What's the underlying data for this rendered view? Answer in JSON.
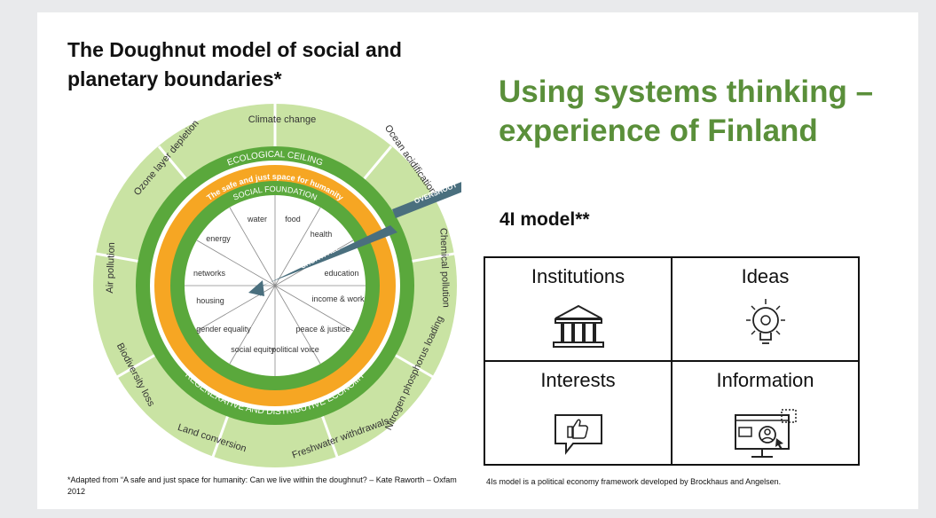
{
  "left_title": "The Doughnut model of social and planetary boundaries*",
  "right_title": "Using systems thinking – experience of Finland",
  "model_title": "4I model**",
  "model_cells": [
    {
      "label": "Institutions",
      "icon": "institution-icon"
    },
    {
      "label": "Ideas",
      "icon": "lightbulb-icon"
    },
    {
      "label": "Interests",
      "icon": "thumbs-up-icon"
    },
    {
      "label": "Information",
      "icon": "monitor-icon"
    }
  ],
  "doughnut": {
    "outer_boundaries": [
      "Climate change",
      "Ocean acidification",
      "Chemical pollution",
      "Nitrogen phosphorus loading",
      "Freshwater withdrawals",
      "Land conversion",
      "Biodiversity loss",
      "Air pollution",
      "Ozone layer depletion"
    ],
    "ecological_ceiling": "ECOLOGICAL CEILING",
    "safe_space": "The safe and just space for humanity",
    "social_foundation": "SOCIAL FOUNDATION",
    "regenerative": "REGENERATIVE AND DISTRIBUTIVE ECONOMY",
    "overshoot": "OVERSHOOT",
    "shortfall": "SHORTFALL",
    "inner_segments": [
      "water",
      "food",
      "health",
      "education",
      "income & work",
      "peace & justice",
      "political voice",
      "social equity",
      "gender equality",
      "housing",
      "networks",
      "energy"
    ]
  },
  "colors": {
    "green_dark": "#5aa83c",
    "green_light": "#c9e3a3",
    "orange": "#f6a623",
    "title_green": "#5a8f3a",
    "arrow": "#4a6f7e"
  },
  "footnote_left": "*Adapted from “A safe and just space for humanity: Can we live within the doughnut? – Kate Raworth – Oxfam 2012",
  "footnote_right": "4Is model is a political economy framework developed by Brockhaus and Angelsen."
}
